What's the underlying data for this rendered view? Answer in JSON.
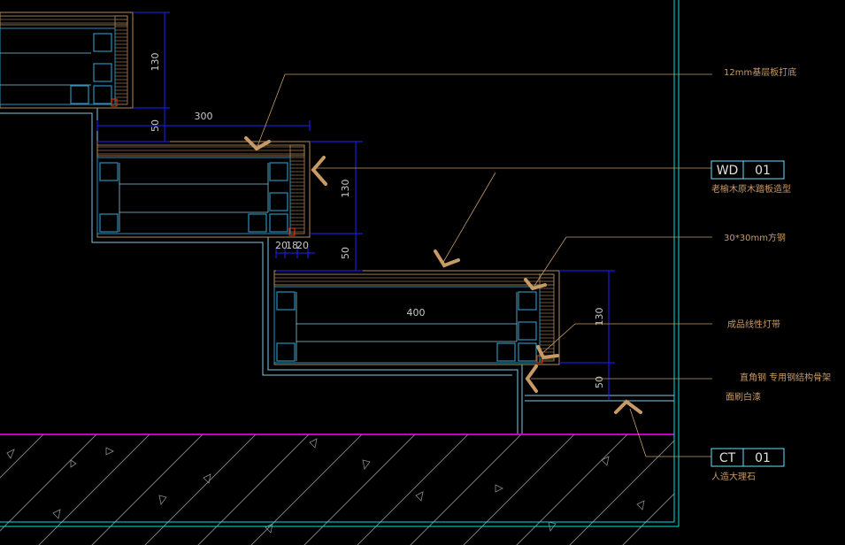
{
  "drawing": {
    "colors": {
      "background": "#000000",
      "outline": "#7fc9e6",
      "block": "#2a8fb8",
      "layer": "#b08a5a",
      "dimension": "#2020ff",
      "leader": "#c89a66",
      "callout": "#c89a66",
      "tag_box": "#66e0ff",
      "floor": "#ff00ff",
      "border": "#00e0e0",
      "accent": "#ff3300"
    },
    "dimensions": {
      "top_height": "130",
      "gap_50_a": "50",
      "step_300": "300",
      "mid_height": "130",
      "d20_a": "20",
      "d18": "18",
      "d20_b": "20",
      "gap_50_b": "50",
      "width_400": "400",
      "low_height": "130",
      "gap_50_c": "50"
    },
    "annotations": {
      "plywood": "12mm基层板打底",
      "profile": "老榆木原木踏板造型",
      "square_tube": "30*30mm方钢",
      "led_strip": "成品线性灯带",
      "steel_frame": "直角钢 专用钢结构骨架",
      "finish": "面刷白漆",
      "marble": "人造大理石"
    },
    "tags": {
      "wd_code": "WD",
      "wd_number": "01",
      "ct_code": "CT",
      "ct_number": "01"
    }
  }
}
